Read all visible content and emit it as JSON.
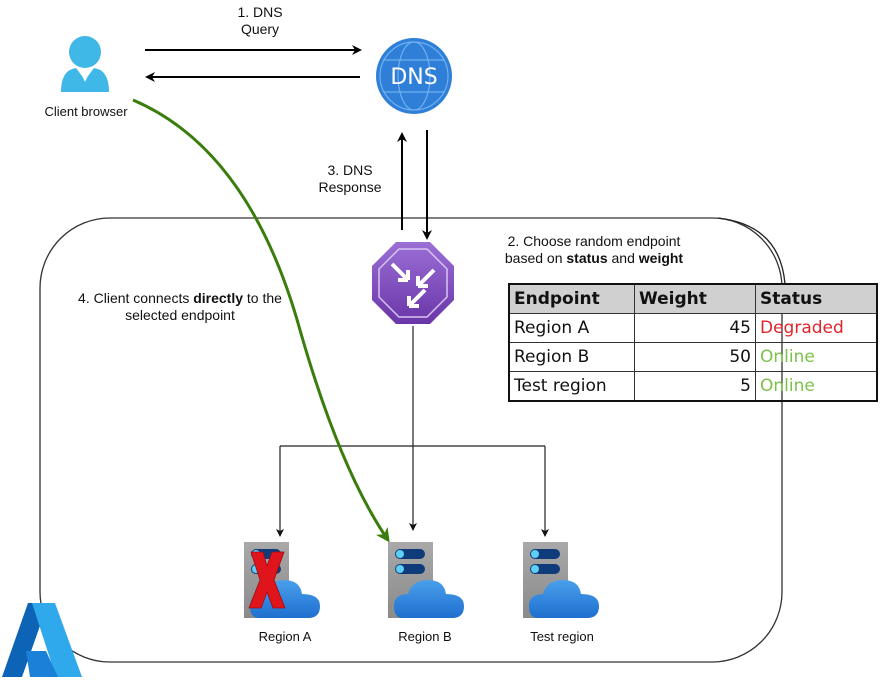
{
  "diagram": {
    "client": {
      "label": "Client browser"
    },
    "dns": {
      "icon_text": "DNS"
    },
    "steps": {
      "step1": [
        "1. DNS",
        "Query"
      ],
      "step2": {
        "line1": "2. Choose random endpoint",
        "line2_pre": "based on ",
        "bold1": "status",
        "mid": " and ",
        "bold2": "weight"
      },
      "step3": [
        "3. DNS",
        "Response"
      ],
      "step4": {
        "pre": "4. Client connects ",
        "bold": "directly",
        "post": " to the",
        "line2": "selected endpoint"
      }
    },
    "endpoints": [
      {
        "label": "Region A",
        "failed": true
      },
      {
        "label": "Region B",
        "failed": false
      },
      {
        "label": "Test region",
        "failed": false
      }
    ],
    "table": {
      "headers": [
        "Endpoint",
        "Weight",
        "Status"
      ],
      "rows": [
        {
          "endpoint": "Region A",
          "weight": "45",
          "status": "Degraded",
          "status_color": "#e0262b"
        },
        {
          "endpoint": "Region B",
          "weight": "50",
          "status": "Online",
          "status_color": "#7cc24a"
        },
        {
          "endpoint": "Test region",
          "weight": "5",
          "status": "Online",
          "status_color": "#7cc24a"
        }
      ]
    },
    "colors": {
      "client_connection": "#3a7d0c",
      "dns_blue": "#2f7fd8",
      "traffic_manager_purple": "#7a48b8"
    }
  }
}
